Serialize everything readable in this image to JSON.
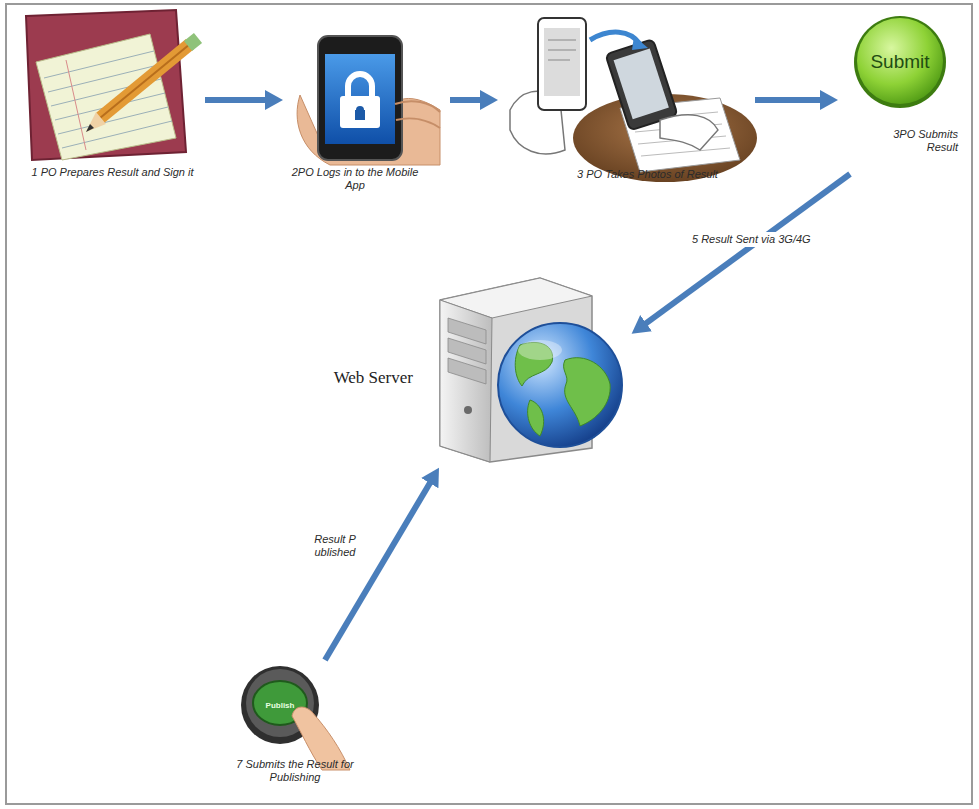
{
  "diagram": {
    "nodes": [
      {
        "text": [
          "1 PO Prepares Result and Sign it"
        ]
      },
      {
        "text": [
          "2PO Logs in to the Mobile App"
        ]
      },
      {
        "text": [
          "3 PO Takes Photos of Result"
        ]
      },
      {
        "text": [
          "Submit",
          "3PO Submits Result"
        ]
      },
      {
        "text": [
          "Web Server"
        ]
      },
      {
        "text": [
          "Publish",
          "7 Submits the Result for Publishing"
        ]
      }
    ],
    "edges": [
      {
        "from": 0,
        "to": 1,
        "arrow": "to"
      },
      {
        "from": 1,
        "to": 2,
        "arrow": "to"
      },
      {
        "from": 2,
        "to": 3,
        "arrow": "to"
      },
      {
        "from": 3,
        "to": 4,
        "label": "5 Result Sent via 3G/4G",
        "arrow": "to"
      },
      {
        "from": 5,
        "to": 4,
        "label": "Result Published",
        "arrow": "to"
      }
    ]
  }
}
